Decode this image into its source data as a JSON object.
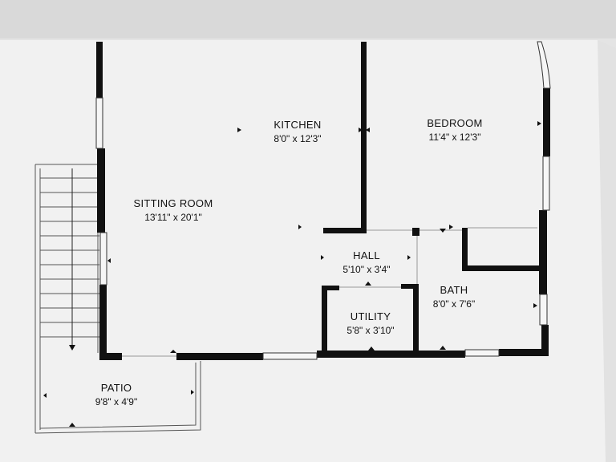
{
  "rooms": [
    {
      "id": "kitchen",
      "name": "KITCHEN",
      "dims": "8'0\" x 12'3\""
    },
    {
      "id": "bedroom",
      "name": "BEDROOM",
      "dims": "11'4\" x 12'3\""
    },
    {
      "id": "sitting-room",
      "name": "SITTING ROOM",
      "dims": "13'11\" x 20'1\""
    },
    {
      "id": "hall",
      "name": "HALL",
      "dims": "5'10\" x 3'4\""
    },
    {
      "id": "bath",
      "name": "BATH",
      "dims": "8'0\" x 7'6\""
    },
    {
      "id": "utility",
      "name": "UTILITY",
      "dims": "5'8\" x 3'10\""
    },
    {
      "id": "patio",
      "name": "PATIO",
      "dims": "9'8\" x 4'9\""
    }
  ],
  "colors": {
    "paper": "#f4f4f4",
    "wall": "#111111",
    "background": "#e6e6e6"
  }
}
